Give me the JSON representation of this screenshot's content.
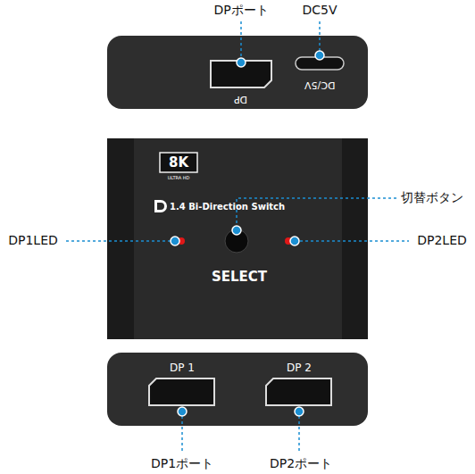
{
  "diagram": {
    "labels": [
      "DPポート",
      "DC5V",
      "DP",
      "DC/5V",
      "8K",
      "ULTRA HD",
      "1.4 Bi-Direction Switch",
      "切替ボタン",
      "DP1LED",
      "DP2LED",
      "SELECT",
      "DP 1",
      "DP 2",
      "DP1ポート",
      "DP2ポート"
    ]
  }
}
